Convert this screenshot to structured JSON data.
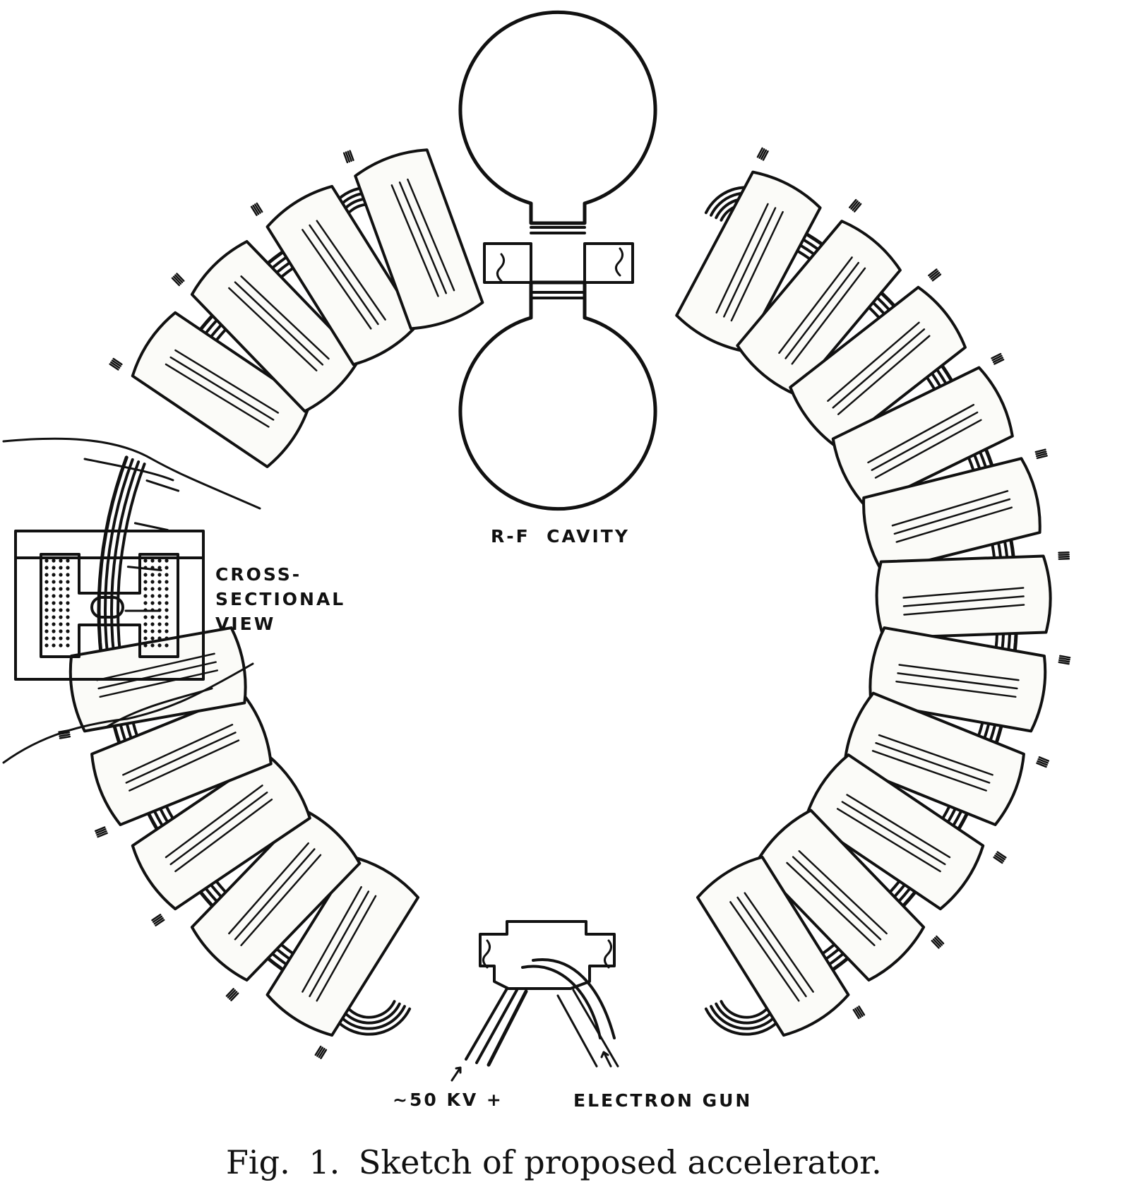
{
  "diagram": {
    "labels": {
      "rf_cavity": "R-F  CAVITY",
      "cross_sectional": [
        "CROSS-",
        "SECTIONAL",
        "VIEW"
      ],
      "voltage": "~50 KV +",
      "electron_gun": "ELECTRON GUN"
    },
    "caption": {
      "fig_prefix": "Fig.",
      "fig_number": "1.",
      "text": "Sketch of proposed accelerator."
    },
    "magnet_count": 20
  },
  "colors": {
    "ink": "#111111",
    "paper": "#ffffff",
    "magnet_fill": "#fbfbf8"
  }
}
